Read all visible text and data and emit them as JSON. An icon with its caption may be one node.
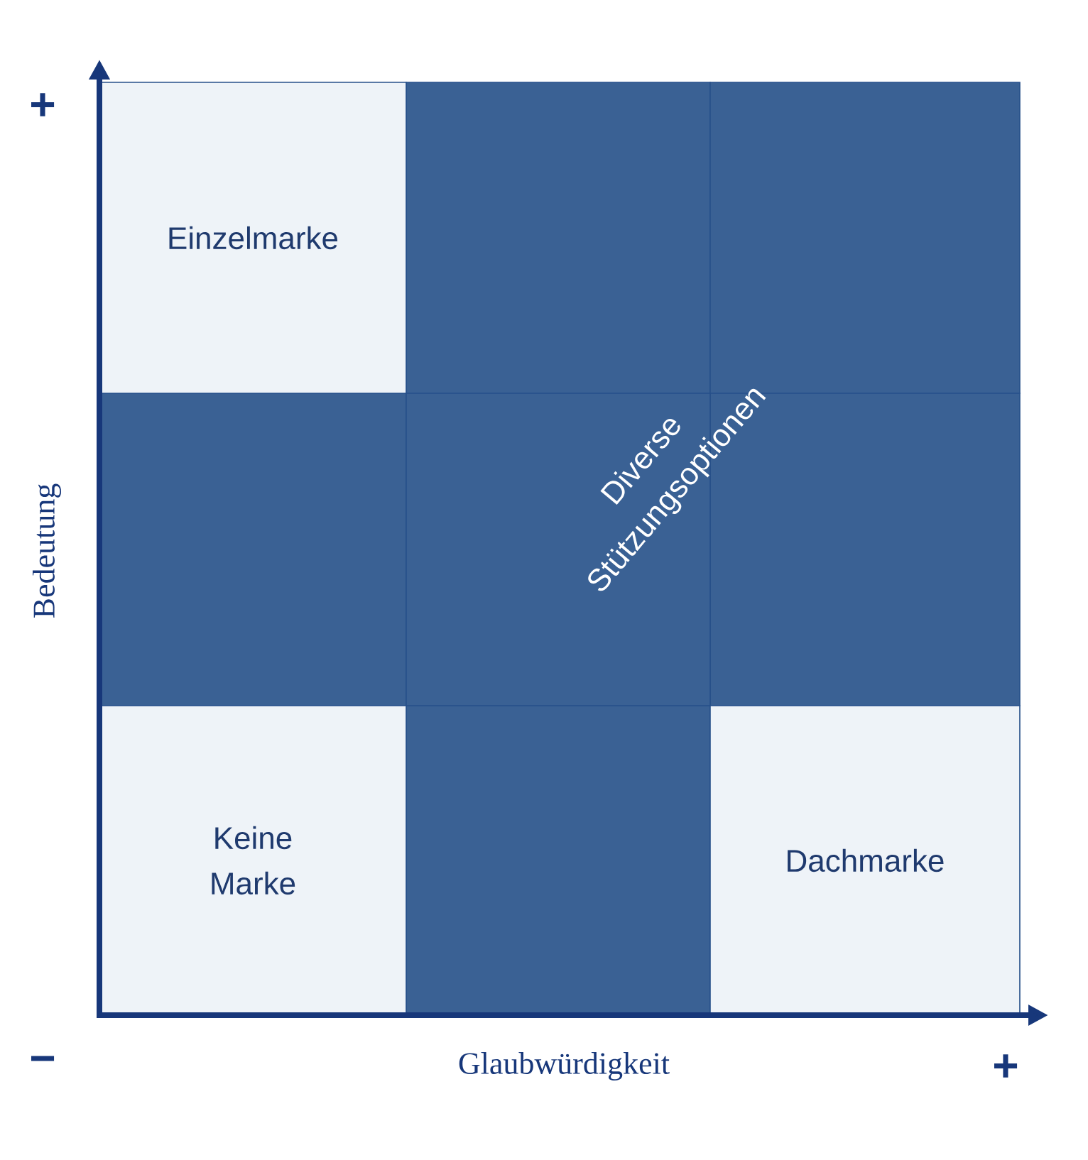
{
  "diagram": {
    "nodes": [
      {
        "text": [
          "Einzelmarke"
        ]
      },
      {
        "text": [],
        "shape": "box"
      },
      {
        "text": [],
        "shape": "box"
      },
      {
        "text": [],
        "shape": "box"
      },
      {
        "text": [
          "Diverse Stützungsoptionen"
        ]
      },
      {
        "text": [],
        "shape": "box"
      },
      {
        "text": [
          "Keine Marke"
        ]
      },
      {
        "text": [],
        "shape": "box"
      },
      {
        "text": [
          "Dachmarke"
        ]
      }
    ],
    "labels": [
      "+",
      "Bedeutung",
      "−",
      "Glaubwürdigkeit",
      "+"
    ]
  }
}
